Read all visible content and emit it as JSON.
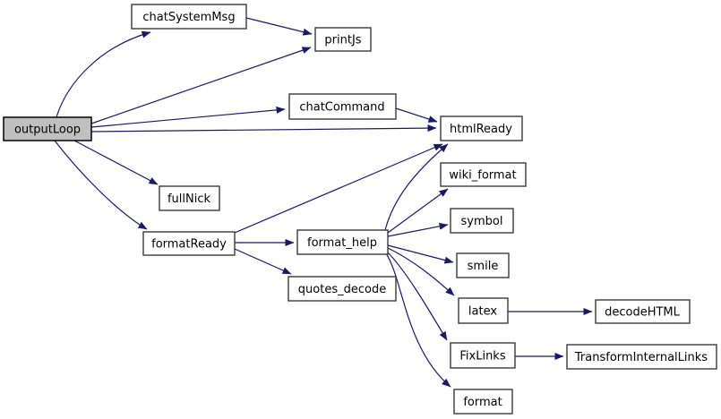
{
  "diagram": {
    "kind": "call-graph",
    "root": "outputLoop"
  },
  "colors": {
    "edge": "#191970",
    "node_border": "#3a3a3a",
    "node_fill": "#ffffff",
    "highlight_fill": "#c0c0c0",
    "highlight_border": "#000000",
    "background": "#ffffff",
    "text": "#000000"
  },
  "nodes": {
    "outputLoop": {
      "label": "outputLoop",
      "highlighted": true
    },
    "chatSystemMsg": {
      "label": "chatSystemMsg"
    },
    "printJs": {
      "label": "printJs"
    },
    "chatCommand": {
      "label": "chatCommand"
    },
    "htmlReady": {
      "label": "htmlReady"
    },
    "wiki_format": {
      "label": "wiki_format"
    },
    "fullNick": {
      "label": "fullNick"
    },
    "formatReady": {
      "label": "formatReady"
    },
    "format_help": {
      "label": "format_help"
    },
    "quotes_decode": {
      "label": "quotes_decode"
    },
    "symbol": {
      "label": "symbol"
    },
    "smile": {
      "label": "smile"
    },
    "latex": {
      "label": "latex"
    },
    "decodeHTML": {
      "label": "decodeHTML"
    },
    "FixLinks": {
      "label": "FixLinks"
    },
    "TransformInternalLinks": {
      "label": "TransformInternalLinks"
    },
    "format": {
      "label": "format"
    }
  },
  "edges": [
    {
      "from": "outputLoop",
      "to": "chatSystemMsg"
    },
    {
      "from": "outputLoop",
      "to": "printJs"
    },
    {
      "from": "outputLoop",
      "to": "chatCommand"
    },
    {
      "from": "outputLoop",
      "to": "htmlReady"
    },
    {
      "from": "outputLoop",
      "to": "fullNick"
    },
    {
      "from": "outputLoop",
      "to": "formatReady"
    },
    {
      "from": "chatSystemMsg",
      "to": "printJs"
    },
    {
      "from": "chatCommand",
      "to": "htmlReady"
    },
    {
      "from": "formatReady",
      "to": "htmlReady"
    },
    {
      "from": "formatReady",
      "to": "format_help"
    },
    {
      "from": "formatReady",
      "to": "quotes_decode"
    },
    {
      "from": "format_help",
      "to": "htmlReady"
    },
    {
      "from": "format_help",
      "to": "wiki_format"
    },
    {
      "from": "format_help",
      "to": "symbol"
    },
    {
      "from": "format_help",
      "to": "smile"
    },
    {
      "from": "format_help",
      "to": "latex"
    },
    {
      "from": "format_help",
      "to": "FixLinks"
    },
    {
      "from": "format_help",
      "to": "format"
    },
    {
      "from": "latex",
      "to": "decodeHTML"
    },
    {
      "from": "FixLinks",
      "to": "TransformInternalLinks"
    }
  ]
}
